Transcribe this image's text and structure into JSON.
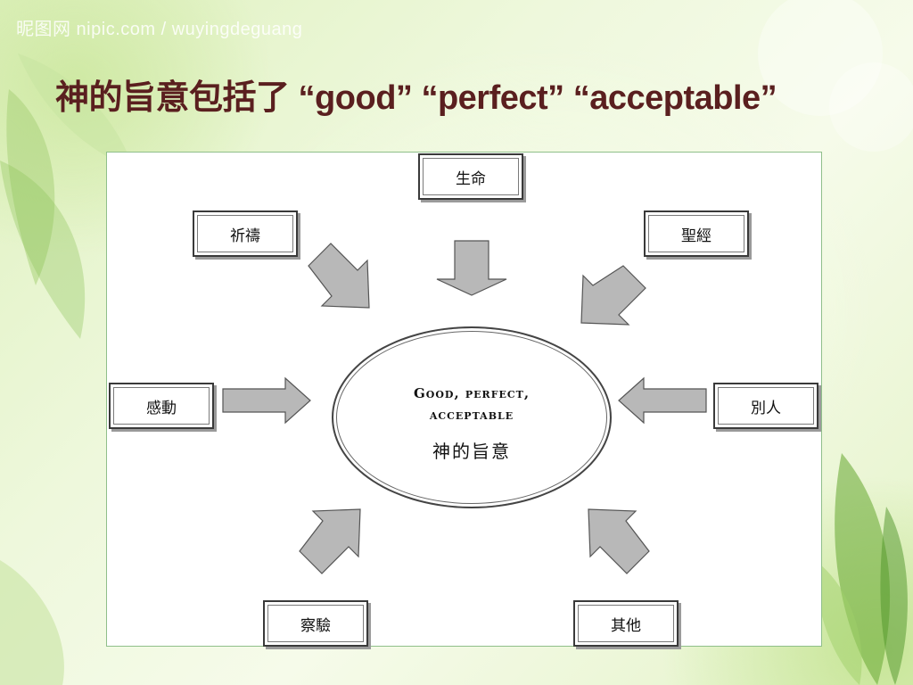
{
  "watermark": "昵图网 nipic.com / wuyingdeguang",
  "title": "神的旨意包括了 “good” “perfect” “acceptable”",
  "diagram": {
    "nodes": {
      "top": "生命",
      "top_left": "祈禱",
      "top_right": "聖經",
      "left": "感動",
      "right": "別人",
      "bottom_left": "察驗",
      "bottom_right": "其他"
    },
    "center": {
      "line1": "Good,   perfect,",
      "line2": "acceptable",
      "line3": "神的旨意"
    }
  },
  "colors": {
    "title": "#5a1f1f",
    "arrow_fill": "#b8b8b8",
    "arrow_stroke": "#555555",
    "panel_border": "#8fbf8a"
  }
}
